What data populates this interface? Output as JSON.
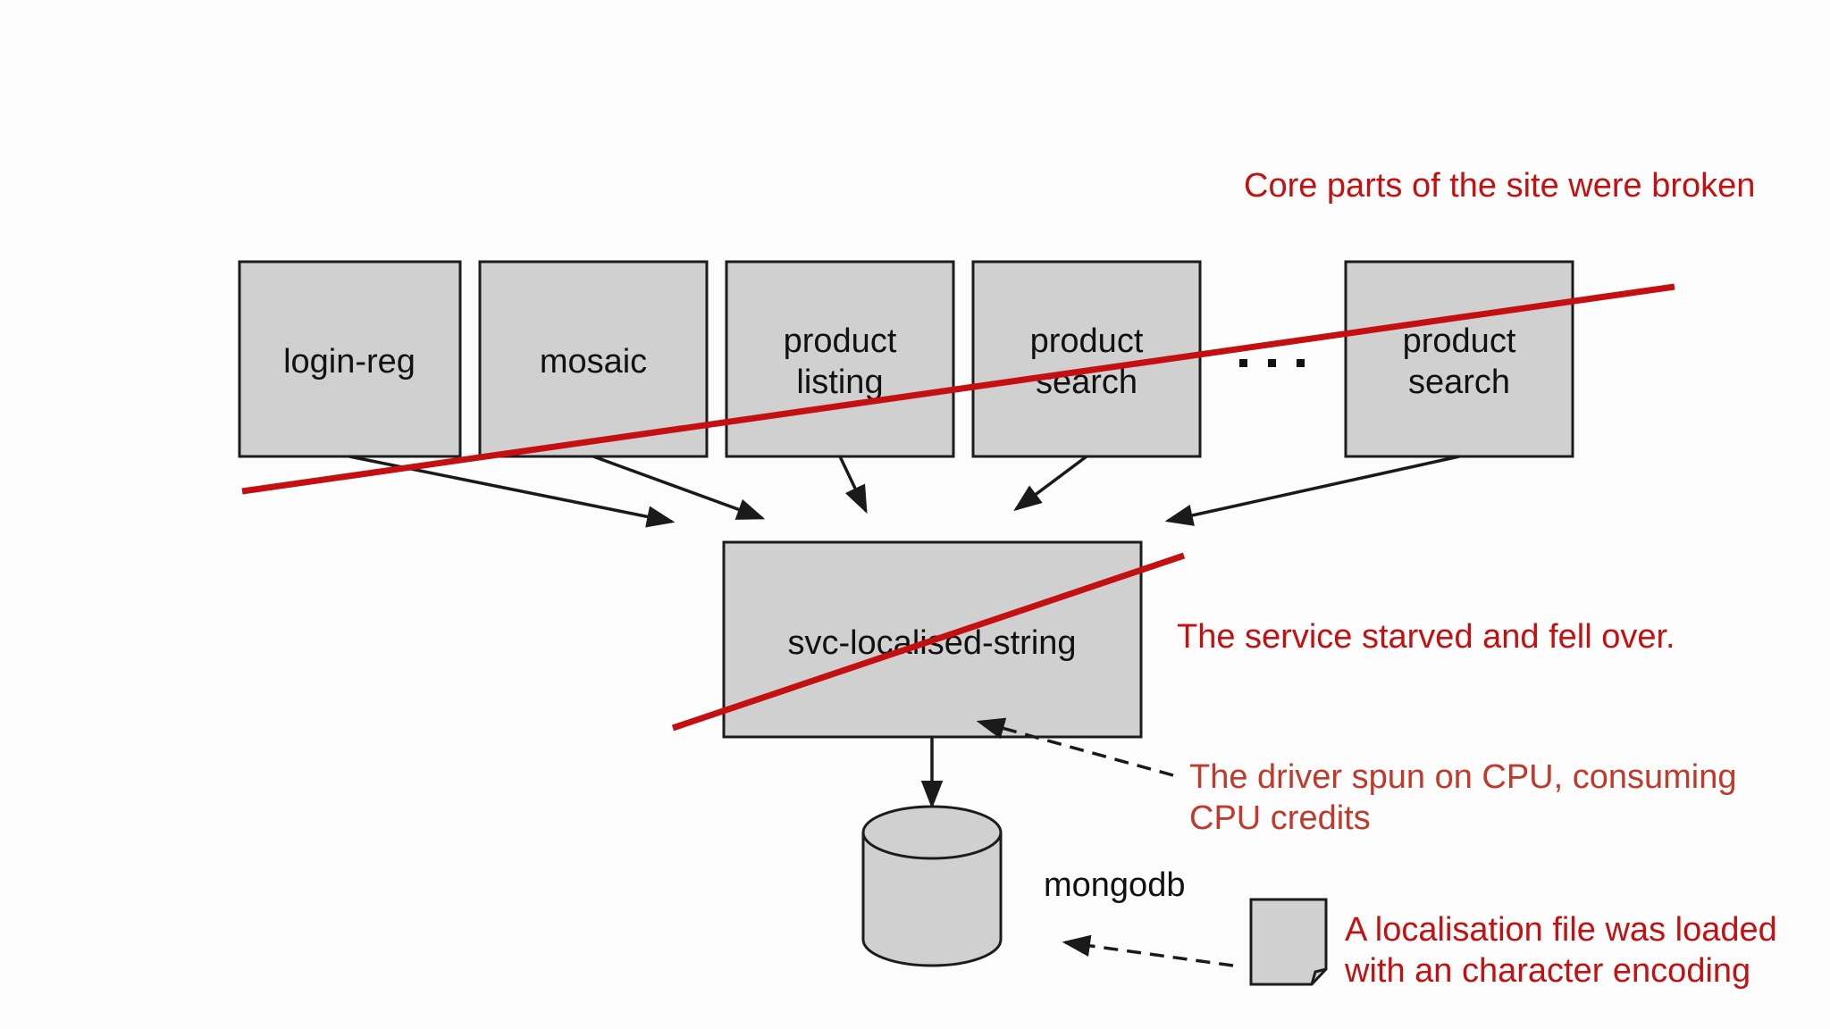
{
  "colors": {
    "annotation_red": "#c41010",
    "annotation_orange": "#c0392b",
    "box_fill": "#d0d0d0",
    "box_stroke": "#1c1c1c",
    "background": "#fdfdfd"
  },
  "services": [
    {
      "id": "login-reg",
      "lines": [
        "login-reg"
      ]
    },
    {
      "id": "mosaic",
      "lines": [
        "mosaic"
      ]
    },
    {
      "id": "product-listing",
      "lines": [
        "product",
        "listing"
      ]
    },
    {
      "id": "product-search-1",
      "lines": [
        "product",
        "search"
      ]
    },
    {
      "id": "product-search-2",
      "lines": [
        "product",
        "search"
      ]
    }
  ],
  "ellipsis": "...",
  "central_service": {
    "label": "svc-localised-string"
  },
  "database": {
    "label": "mongodb",
    "icon": "database-cylinder-icon"
  },
  "file": {
    "icon": "document-file-icon"
  },
  "annotations": {
    "core_broken": "Core parts of the site were broken",
    "service_starved": "The service starved and fell over.",
    "driver_cpu": [
      "The driver spun on CPU, consuming",
      "CPU credits"
    ],
    "localisation_file": [
      "A localisation file was loaded",
      "with an character encoding"
    ]
  }
}
